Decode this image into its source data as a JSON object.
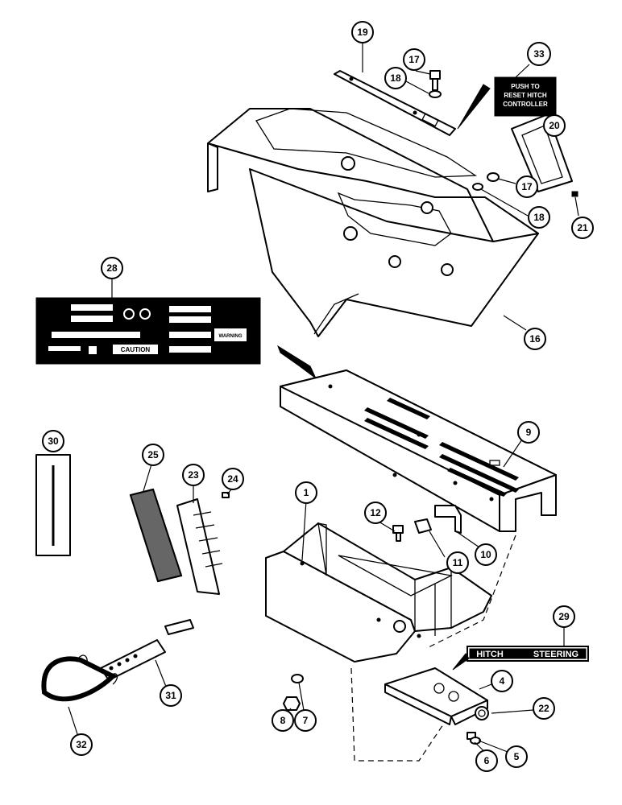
{
  "callouts": [
    {
      "id": "1",
      "label": "1"
    },
    {
      "id": "4",
      "label": "4"
    },
    {
      "id": "5",
      "label": "5"
    },
    {
      "id": "6",
      "label": "6"
    },
    {
      "id": "7",
      "label": "7"
    },
    {
      "id": "8",
      "label": "8"
    },
    {
      "id": "9",
      "label": "9"
    },
    {
      "id": "10",
      "label": "10"
    },
    {
      "id": "11",
      "label": "11"
    },
    {
      "id": "12",
      "label": "12"
    },
    {
      "id": "16",
      "label": "16"
    },
    {
      "id": "17a",
      "label": "17"
    },
    {
      "id": "17b",
      "label": "17"
    },
    {
      "id": "18a",
      "label": "18"
    },
    {
      "id": "18b",
      "label": "18"
    },
    {
      "id": "19",
      "label": "19"
    },
    {
      "id": "20",
      "label": "20"
    },
    {
      "id": "21",
      "label": "21"
    },
    {
      "id": "22",
      "label": "22"
    },
    {
      "id": "23",
      "label": "23"
    },
    {
      "id": "24",
      "label": "24"
    },
    {
      "id": "25",
      "label": "25"
    },
    {
      "id": "28",
      "label": "28"
    },
    {
      "id": "29",
      "label": "29"
    },
    {
      "id": "30",
      "label": "30"
    },
    {
      "id": "31",
      "label": "31"
    },
    {
      "id": "32",
      "label": "32"
    },
    {
      "id": "33",
      "label": "33"
    }
  ],
  "decals": {
    "reset": {
      "line1": "PUSH TO",
      "line2": "RESET HITCH",
      "line3": "CONTROLLER"
    },
    "hitch_steering": {
      "left": "HITCH",
      "right": "STEERING"
    },
    "panel": {
      "caution": "CAUTION",
      "warning": "WARNING"
    }
  }
}
